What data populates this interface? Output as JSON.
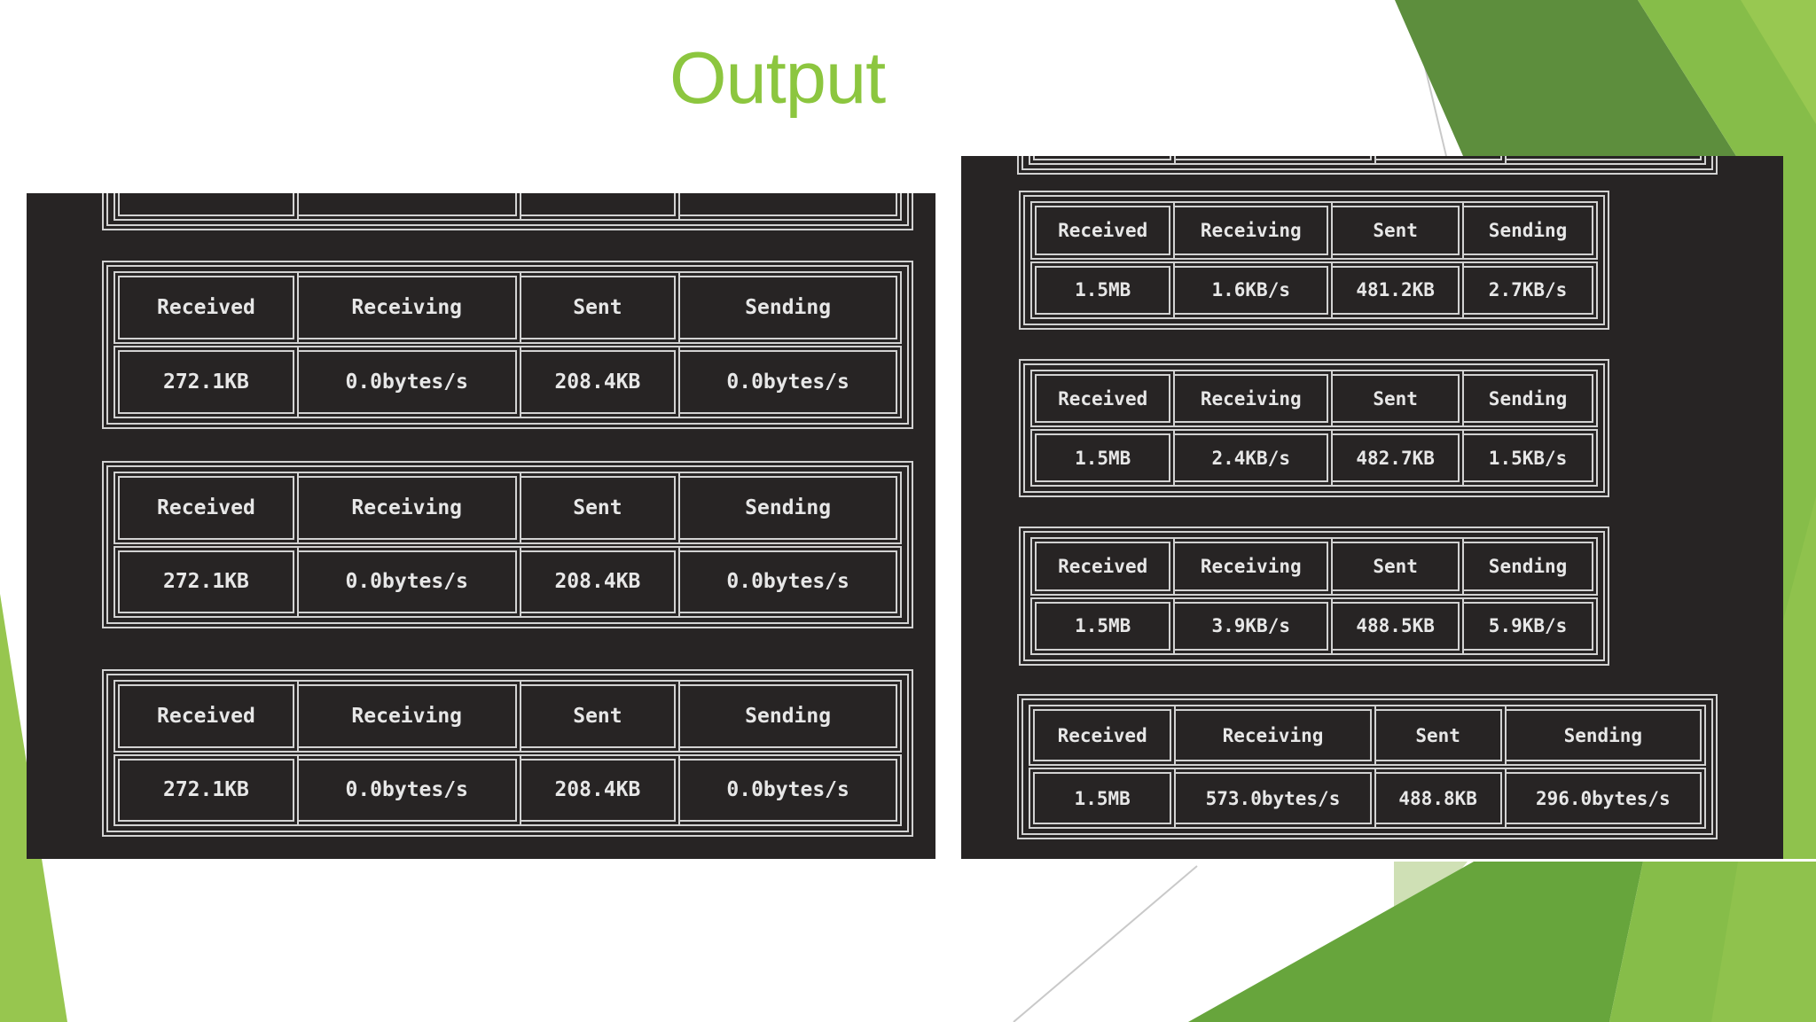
{
  "slide": {
    "title": "Output"
  },
  "columns": [
    "Received",
    "Receiving",
    "Sent",
    "Sending"
  ],
  "left_panel": {
    "tables": [
      {
        "values": [
          "272.1KB",
          "0.0bytes/s",
          "208.4KB",
          "0.0bytes/s"
        ]
      },
      {
        "values": [
          "272.1KB",
          "0.0bytes/s",
          "208.4KB",
          "0.0bytes/s"
        ]
      },
      {
        "values": [
          "272.1KB",
          "0.0bytes/s",
          "208.4KB",
          "0.0bytes/s"
        ]
      }
    ]
  },
  "right_panel": {
    "tables": [
      {
        "values": [
          "1.5MB",
          "1.6KB/s",
          "481.2KB",
          "2.7KB/s"
        ]
      },
      {
        "values": [
          "1.5MB",
          "2.4KB/s",
          "482.7KB",
          "1.5KB/s"
        ]
      },
      {
        "values": [
          "1.5MB",
          "3.9KB/s",
          "488.5KB",
          "5.9KB/s"
        ]
      },
      {
        "values": [
          "1.5MB",
          "573.0bytes/s",
          "488.8KB",
          "296.0bytes/s"
        ]
      }
    ]
  },
  "colors": {
    "title_green": "#8CC63F",
    "panel_bg": "#272424",
    "table_border": "#d2d2d2",
    "table_text": "#e7e7e7",
    "green_dark": "#5d8e3d",
    "green_mid": "#67a53c",
    "green_light": "#86bd49",
    "green_lighter": "#98c851",
    "green_pale": "#cfe0b5",
    "green_wedge": "#97c64f",
    "line_gray": "#c9c9c9"
  }
}
